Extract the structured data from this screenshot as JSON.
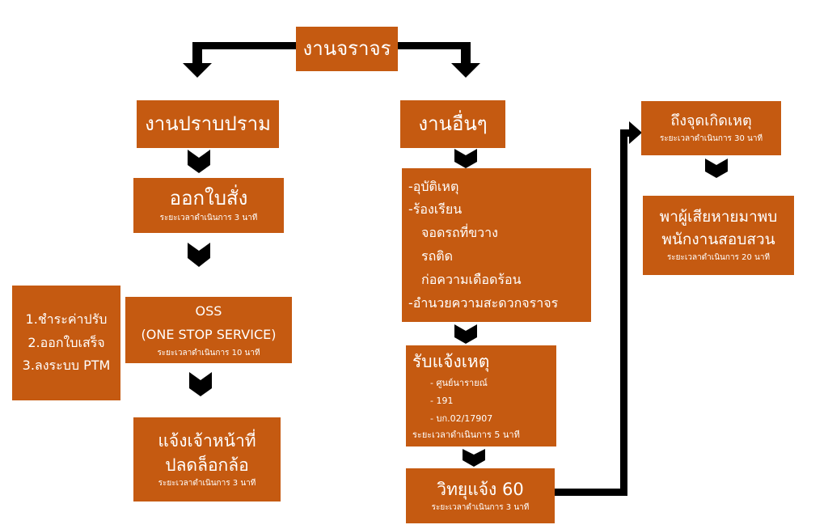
{
  "colors": {
    "box": "#c55a11",
    "text": "#ffffff",
    "arrow": "#000000"
  },
  "root": {
    "title": "งานจราจร"
  },
  "left_branch": {
    "title": "งานปราบปราม",
    "ticket": {
      "title": "ออกใบสั่ง",
      "duration": "ระยะเวลาดำเนินการ 3 นาที"
    },
    "oss": {
      "title": "OSS",
      "subtitle": "(ONE STOP SERVICE)",
      "duration": "ระยะเวลาดำเนินการ 10 นาที"
    },
    "oss_steps": [
      "1.ชำระค่าปรับ",
      "2.ออกใบเสร็จ",
      "3.ลงระบบ PTM"
    ],
    "unlock": {
      "line1": "แจ้งเจ้าหน้าที่",
      "line2": "ปลดล็อกล้อ",
      "duration": "ระยะเวลาดำเนินการ 3 นาที"
    }
  },
  "right_branch": {
    "title": "งานอื่นๆ",
    "categories": [
      "-อุบัติเหตุ",
      "-ร้องเรียน",
      "จอดรถที่ขวาง",
      "รถติด",
      "ก่อความเดือดร้อน",
      "-อำนวยความสะดวกจราจร"
    ],
    "report": {
      "title": "รับแจ้งเหตุ",
      "channels": [
        "- ศูนย์นารายณ์",
        "- 191",
        "- บก.02/17907"
      ],
      "duration": "ระยะเวลาดำเนินการ 5 นาที"
    },
    "radio": {
      "title": "วิทยุแจ้ง 60",
      "duration": "ระยะเวลาดำเนินการ 3 นาที"
    },
    "arrive": {
      "title": "ถึงจุดเกิดเหตุ",
      "duration": "ระยะเวลาดำเนินการ 30 นาที"
    },
    "investigate": {
      "line1": "พาผู้เสียหายมาพบ",
      "line2": "พนักงานสอบสวน",
      "duration": "ระยะเวลาดำเนินการ 20 นาที"
    }
  }
}
